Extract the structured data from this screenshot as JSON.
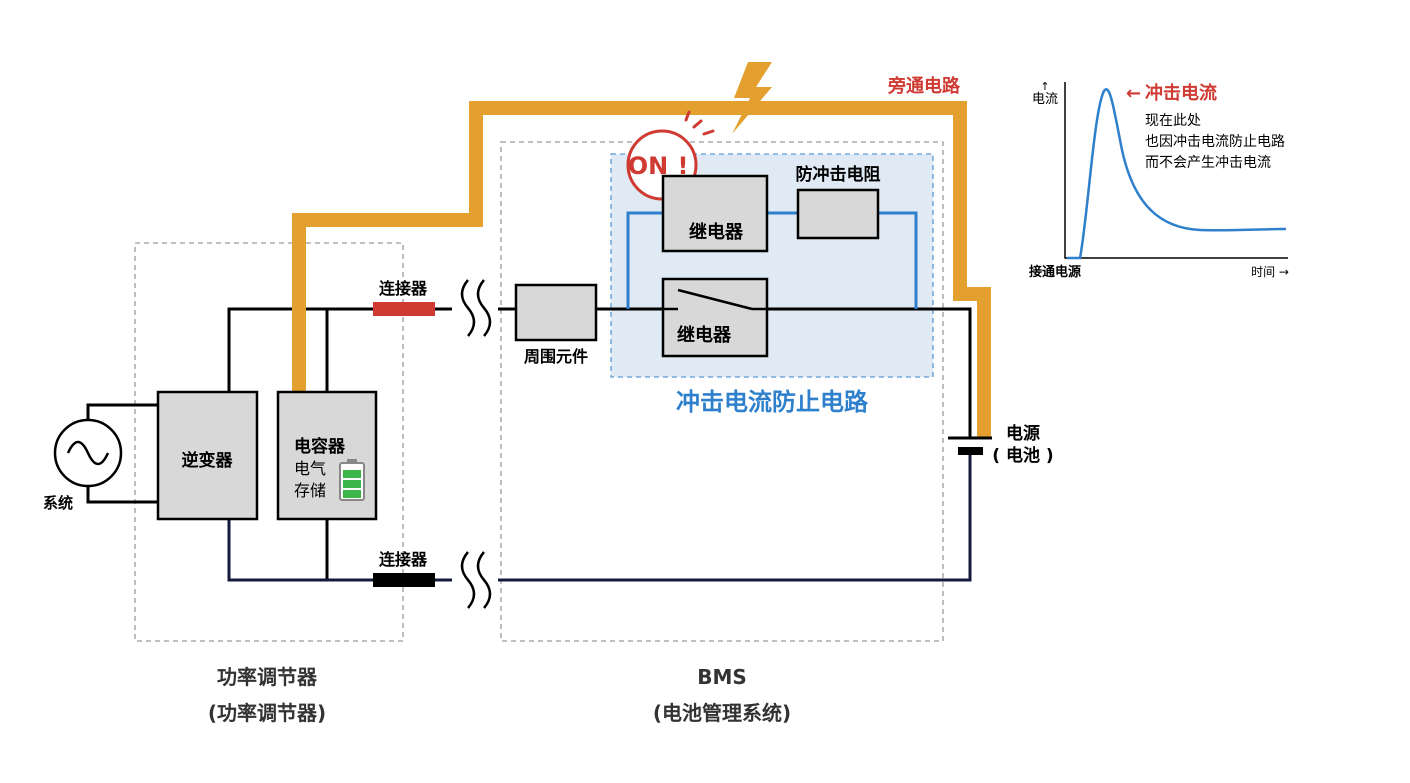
{
  "colors": {
    "orange": "#E3A02E",
    "red": "#CF3B33",
    "blue": "#2E80CC",
    "navy": "#141a3c",
    "box_fill": "#d8d8d8",
    "panel_fill": "#dfeaf4",
    "battery_green": "#3cb54a"
  },
  "labels": {
    "bypass": "旁通电路",
    "on": "ON",
    "on_mark": "!",
    "inrush_resistor": "防冲击电阻",
    "relay_top": "继电器",
    "relay_bottom": "继电器",
    "connector_top": "连接器",
    "connector_bottom": "连接器",
    "peripheral": "周围元件",
    "inverter": "逆变器",
    "capacitor": "电容器",
    "storage_line1": "电气",
    "storage_line2": "存储",
    "system": "系统",
    "power_source": "电源",
    "battery": "( 电池 )",
    "prevention_circuit": "冲击电流防止电路",
    "pcs_line1": "功率调节器",
    "pcs_line2": "(功率调节器)",
    "bms_line1": "BMS",
    "bms_line2": "(电池管理系统)"
  },
  "graph": {
    "y_label": "电流",
    "y_arrow": "↑",
    "x_start": "接通电源",
    "x_end": "时间 →",
    "peak_arrow": "←",
    "peak_label": "冲击电流",
    "note_lines": [
      "现在此处",
      "也因冲击电流防止电路",
      "而不会产生冲击电流"
    ]
  }
}
